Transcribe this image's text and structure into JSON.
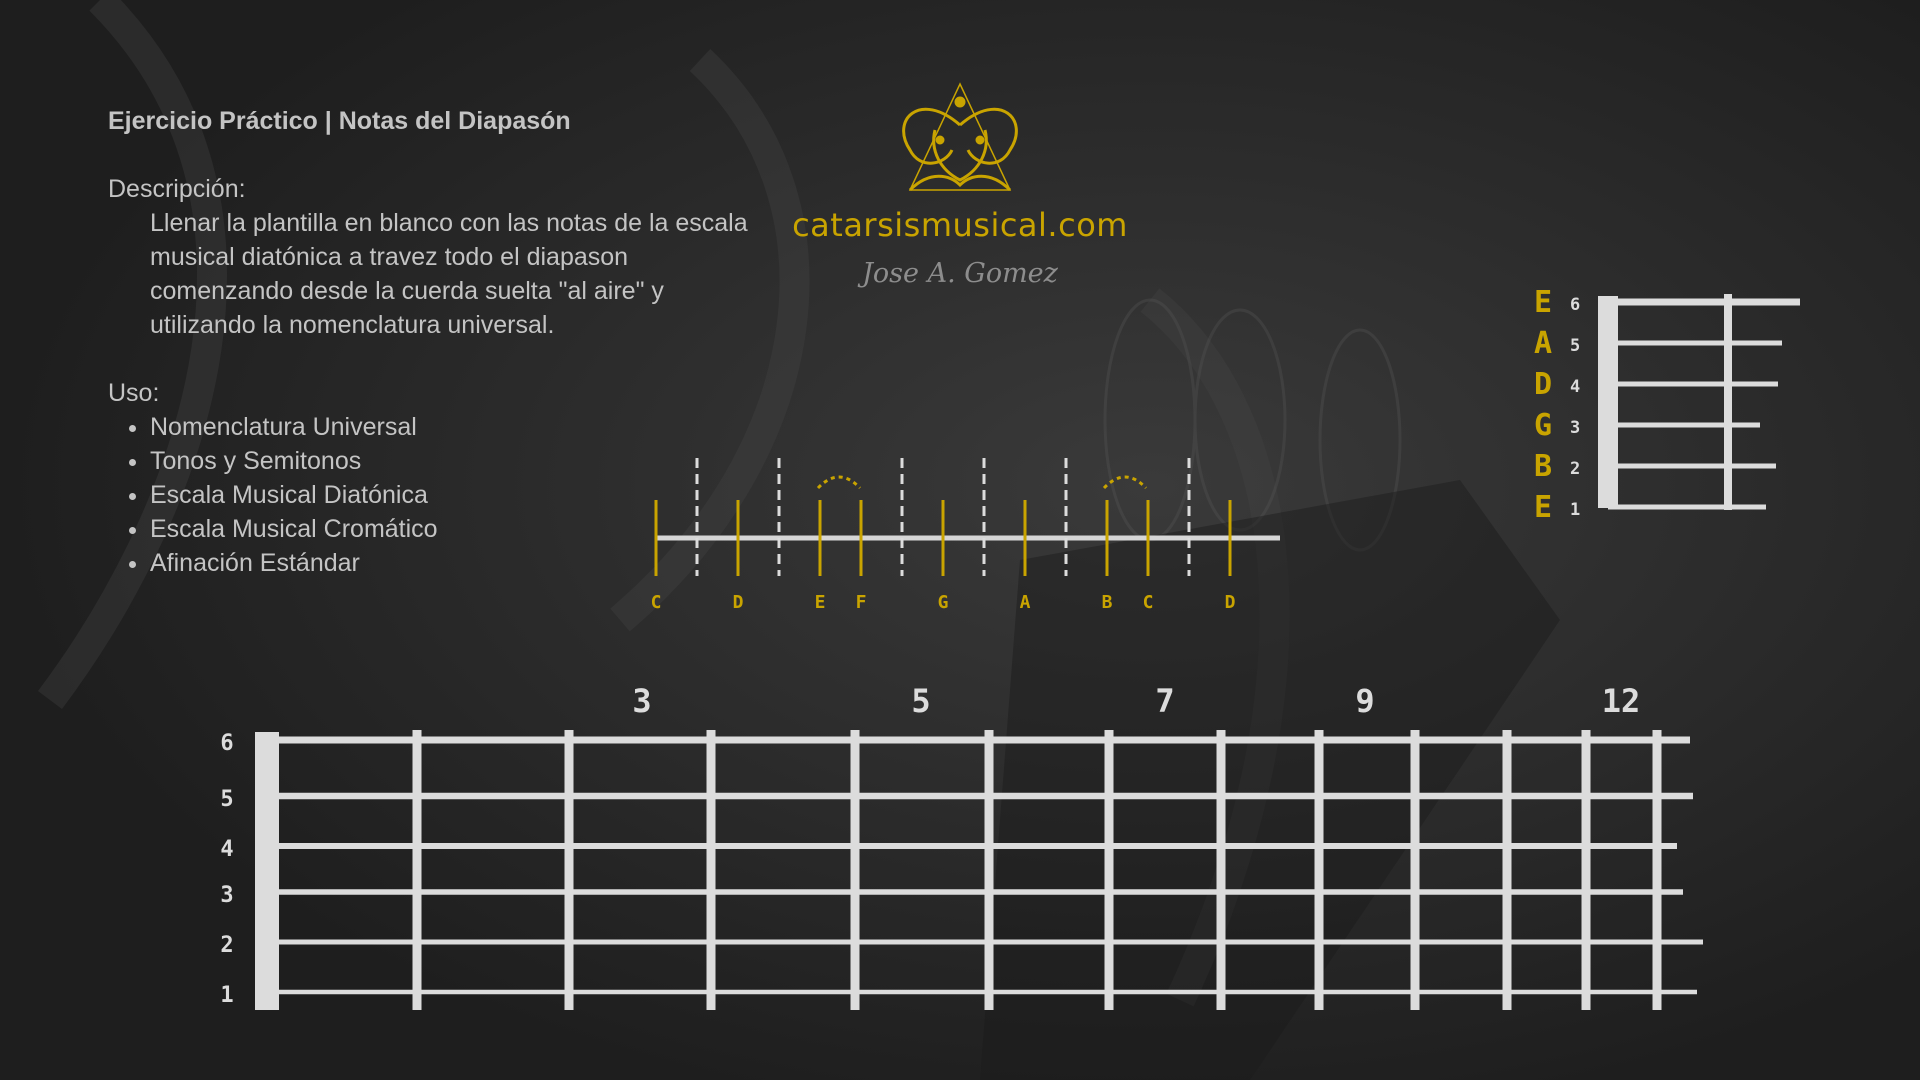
{
  "header": {
    "title": "Ejercicio Práctico | Notas del Diapasón"
  },
  "description": {
    "label": "Descripción:",
    "text": "Llenar la plantilla en blanco con las notas de la escala musical diatónica a travez todo el diapason comenzando desde la cuerda suelta \"al aire\" y utilizando la nomenclatura universal."
  },
  "usage": {
    "label": "Uso:",
    "items": [
      "Nomenclatura Universal",
      "Tonos y Semitonos",
      "Escala Musical Diatónica",
      "Escala Musical Cromático",
      "Afinación Estándar"
    ]
  },
  "brand": {
    "website": "catarsismusical.com",
    "signature": "Jose A. Gomez",
    "logo_icon": "lotus-triangle-logo"
  },
  "scale_diagram": {
    "notes": [
      "C",
      "D",
      "E",
      "F",
      "G",
      "A",
      "B",
      "C",
      "D"
    ],
    "semitone_marks": [
      "E-F",
      "B-C"
    ]
  },
  "tuning_diagram": {
    "string_notes": [
      "E",
      "A",
      "D",
      "G",
      "B",
      "E"
    ],
    "string_numbers": [
      "6",
      "5",
      "4",
      "3",
      "2",
      "1"
    ]
  },
  "fretboard": {
    "fret_markers": [
      "3",
      "5",
      "7",
      "9",
      "12"
    ],
    "string_numbers": [
      "6",
      "5",
      "4",
      "3",
      "2",
      "1"
    ]
  },
  "colors": {
    "background": "#262626",
    "accent_gold": "#c9a400",
    "text": "#c4c4c4",
    "string_white": "#dcdcdc"
  }
}
